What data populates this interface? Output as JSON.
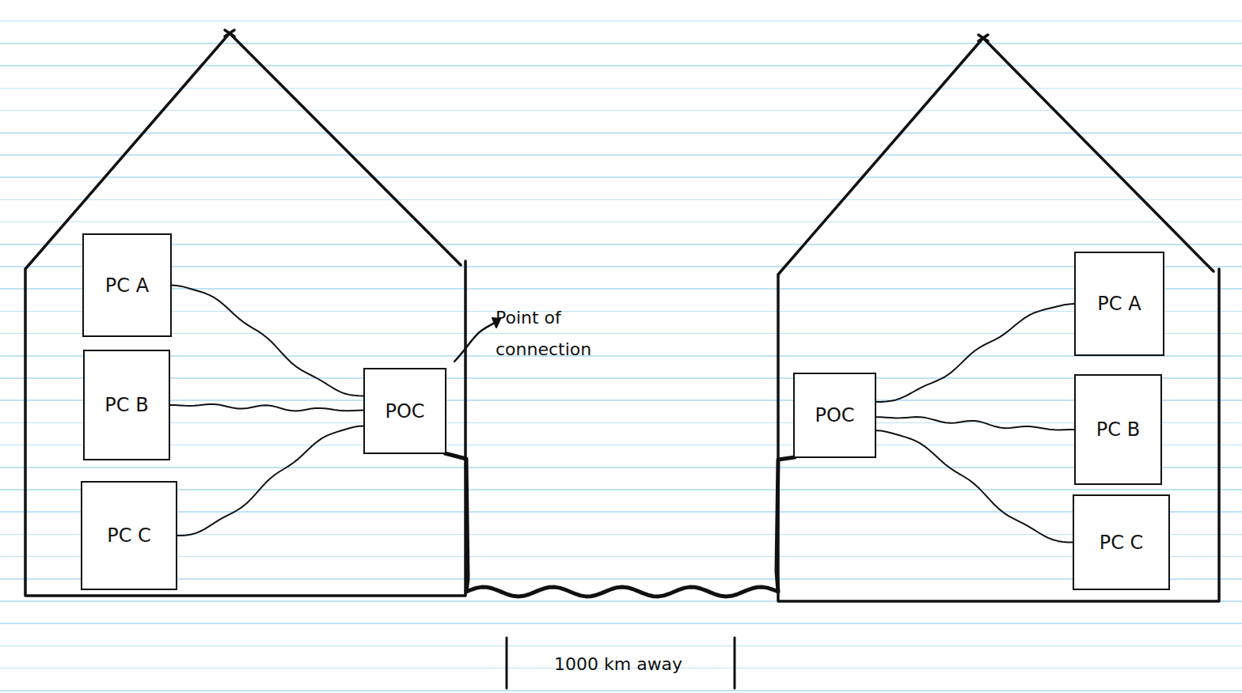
{
  "diagram": {
    "nodes": [
      {
        "text": [
          "PC A"
        ]
      },
      {
        "text": [
          "PC B"
        ]
      },
      {
        "text": [
          "PC C"
        ]
      },
      {
        "text": [
          "POC"
        ]
      },
      {
        "text": [
          "POC"
        ]
      },
      {
        "text": [
          "PC A"
        ]
      },
      {
        "text": [
          "PC B"
        ]
      },
      {
        "text": [
          "PC C"
        ]
      }
    ],
    "edges": [
      {
        "from": 0,
        "to": 3,
        "arrow": "none"
      },
      {
        "from": 1,
        "to": 3,
        "arrow": "none"
      },
      {
        "from": 2,
        "to": 3,
        "arrow": "none"
      },
      {
        "from": 3,
        "to": 4,
        "arrow": "none"
      },
      {
        "from": 4,
        "to": 5,
        "arrow": "none"
      },
      {
        "from": 4,
        "to": 6,
        "arrow": "none"
      },
      {
        "from": 4,
        "to": 7,
        "arrow": "none"
      }
    ],
    "labels": [
      "Point of connection",
      "1000 km away"
    ]
  }
}
